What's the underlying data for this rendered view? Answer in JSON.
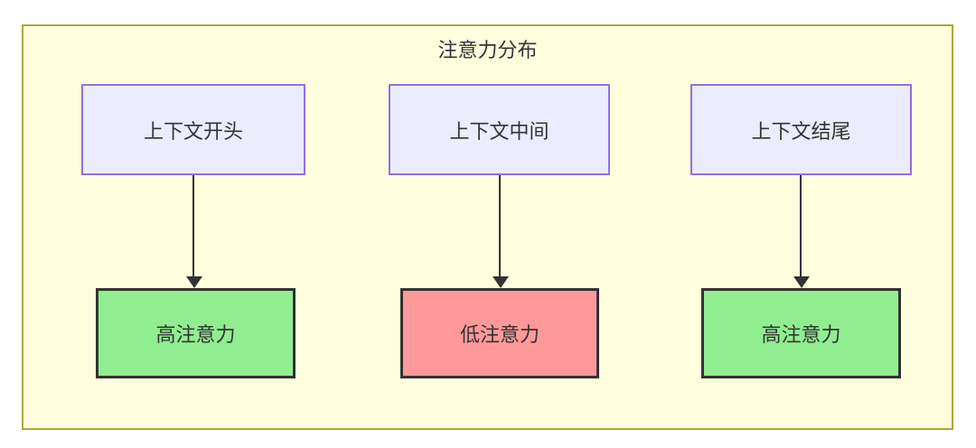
{
  "diagram": {
    "title": "注意力分布",
    "colors": {
      "container_bg": "#ffffde",
      "container_border": "#aaaa33",
      "context_node_bg": "#ececff",
      "context_node_border": "#9370db",
      "high_attention_bg": "#90ee90",
      "low_attention_bg": "#ff9999",
      "node_border": "#333333",
      "edge": "#333333",
      "text": "#333333"
    },
    "columns": [
      {
        "context_label": "上下文开头",
        "attention_label": "高注意力",
        "attention_level": "high"
      },
      {
        "context_label": "上下文中间",
        "attention_label": "低注意力",
        "attention_level": "low"
      },
      {
        "context_label": "上下文结尾",
        "attention_label": "高注意力",
        "attention_level": "high"
      }
    ]
  }
}
